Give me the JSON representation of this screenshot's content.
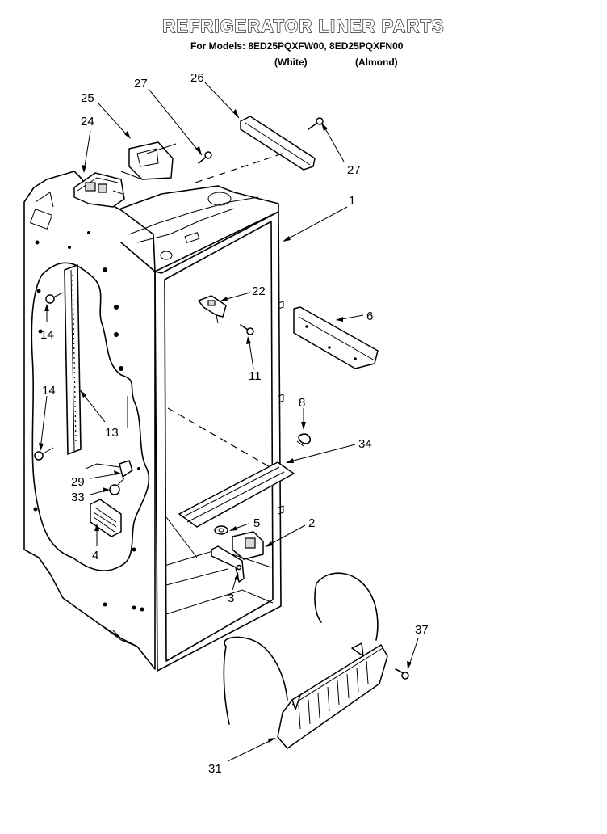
{
  "header": {
    "title": "REFRIGERATOR LINER PARTS",
    "models": "For Models: 8ED25PQXFW00, 8ED25PQXFN00",
    "variant_white": "(White)",
    "variant_almond": "(Almond)"
  },
  "callouts": [
    {
      "id": "c27a",
      "label": "27"
    },
    {
      "id": "c26",
      "label": "26"
    },
    {
      "id": "c25",
      "label": "25"
    },
    {
      "id": "c24",
      "label": "24"
    },
    {
      "id": "c27b",
      "label": "27"
    },
    {
      "id": "c1",
      "label": "1"
    },
    {
      "id": "c22",
      "label": "22"
    },
    {
      "id": "c6",
      "label": "6"
    },
    {
      "id": "c14a",
      "label": "14"
    },
    {
      "id": "c11",
      "label": "11"
    },
    {
      "id": "c14b",
      "label": "14"
    },
    {
      "id": "c8",
      "label": "8"
    },
    {
      "id": "c13",
      "label": "13"
    },
    {
      "id": "c34",
      "label": "34"
    },
    {
      "id": "c29",
      "label": "29"
    },
    {
      "id": "c33",
      "label": "33"
    },
    {
      "id": "c5",
      "label": "5"
    },
    {
      "id": "c2",
      "label": "2"
    },
    {
      "id": "c4",
      "label": "4"
    },
    {
      "id": "c3",
      "label": "3"
    },
    {
      "id": "c37",
      "label": "37"
    },
    {
      "id": "c31",
      "label": "31"
    }
  ]
}
